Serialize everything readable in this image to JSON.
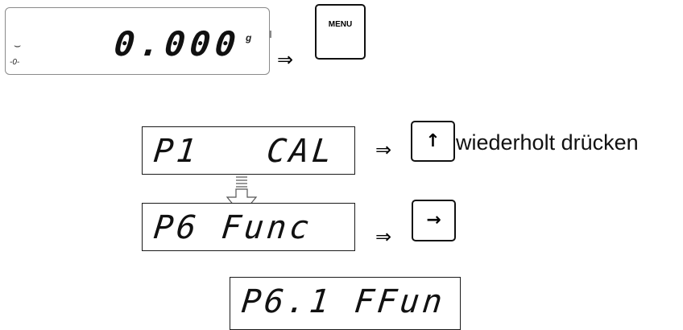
{
  "row1": {
    "display": "0.000",
    "unit": "g",
    "zero_indicator": "-0-",
    "stable_indicator": "⌣",
    "implies": "⇒",
    "key_label": "MENU"
  },
  "row2": {
    "display": "P1   CAL",
    "implies": "⇒",
    "key_icon": "up-arrow-icon",
    "key_glyph": "↑",
    "instruction": "wiederholt drücken"
  },
  "row3": {
    "display": "P6 Func",
    "implies": "⇒",
    "key_icon": "right-arrow-icon",
    "key_glyph": "→"
  },
  "row4": {
    "display": "P6.1 FFun"
  }
}
